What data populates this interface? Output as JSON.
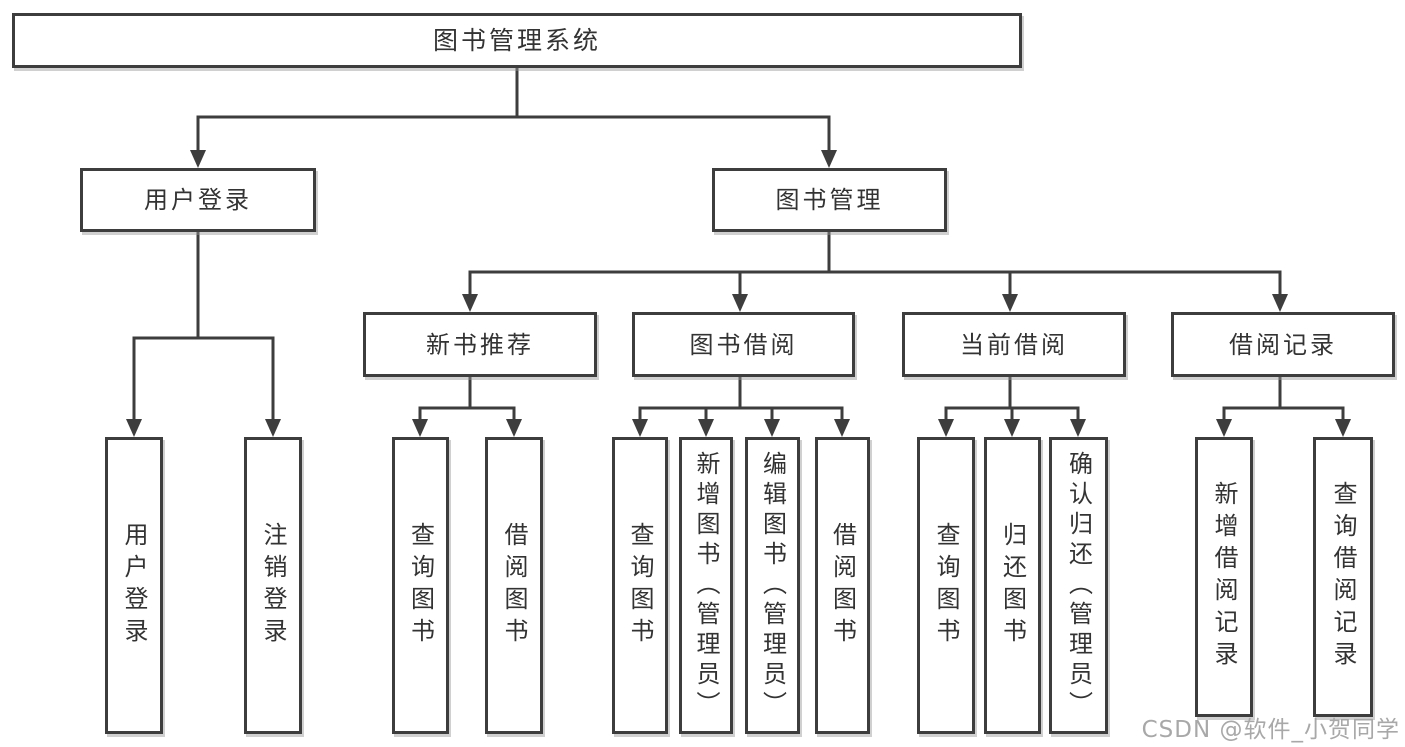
{
  "colors": {
    "line": "#3d3d3d",
    "box_border": "#3d3d3d",
    "text": "#333333",
    "watermark": "#a8a8a8",
    "background": "#ffffff"
  },
  "nodes": {
    "root": "图书管理系统",
    "user_login": "用户登录",
    "book_management": "图书管理",
    "new_book_recommend": "新书推荐",
    "book_borrow": "图书借阅",
    "current_borrow": "当前借阅",
    "borrow_records": "借阅记录",
    "ul_user_login": "用户登录",
    "ul_logout": "注销登录",
    "nb_query_books": "查询图书",
    "nb_borrow_books": "借阅图书",
    "bb_query_books": "查询图书",
    "bb_add_books_admin": "新增图书（管理员）",
    "bb_edit_books_admin": "编辑图书（管理员）",
    "bb_borrow_books": "借阅图书",
    "cb_query_books": "查询图书",
    "cb_return_books": "归还图书",
    "cb_confirm_return_admin": "确认归还（管理员）",
    "br_add_record": "新增借阅记录",
    "br_query_record": "查询借阅记录"
  },
  "watermark": "CSDN @软件_小贺同学"
}
